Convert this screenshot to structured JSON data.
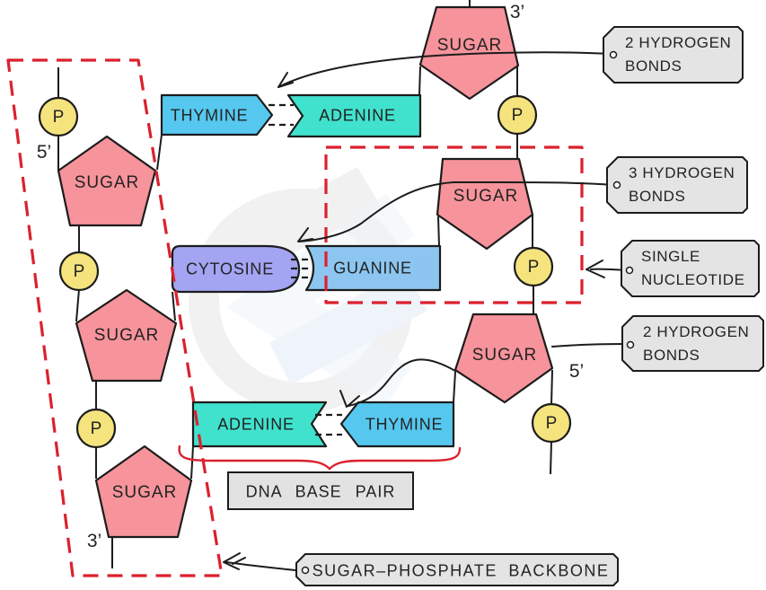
{
  "labels": {
    "sugar": "SUGAR",
    "phosphate": "P"
  },
  "strands": {
    "left": {
      "top_end": "5’",
      "bottom_end": "3’"
    },
    "right": {
      "top_end": "3’",
      "bottom_end": "5’"
    }
  },
  "bases": {
    "pair1": {
      "left": "THYMINE",
      "right": "ADENINE"
    },
    "pair2": {
      "left": "CYTOSINE",
      "right": "GUANINE"
    },
    "pair3": {
      "left": "ADENINE",
      "right": "THYMINE"
    }
  },
  "tags": {
    "hydrogen_top": {
      "line1": "2 HYDROGEN",
      "line2": "BONDS"
    },
    "hydrogen_middle": {
      "line1": "3 HYDROGEN",
      "line2": "BONDS"
    },
    "single_nucleotide": {
      "line1": "SINGLE",
      "line2": "NUCLEOTIDE"
    },
    "hydrogen_bottom": {
      "line1": "2 HYDROGEN",
      "line2": "BONDS"
    },
    "backbone": {
      "label": "SUGAR–PHOSPHATE BACKBONE"
    }
  },
  "captions": {
    "dna_base_pair": "DNA BASE PAIR"
  },
  "colors": {
    "sugar": "#f6939b",
    "phosphate": "#f5e37e",
    "thymine": "#56c8f0",
    "adenine": "#40e2cd",
    "cytosine": "#a3a4f2",
    "guanine": "#8cc6f0",
    "tag_bg": "#e4e4e4",
    "caption_bg": "#e2e2e2",
    "red": "#dc202e",
    "watermark_gray": "#ededed",
    "watermark_blue": "#e9f1f7"
  }
}
